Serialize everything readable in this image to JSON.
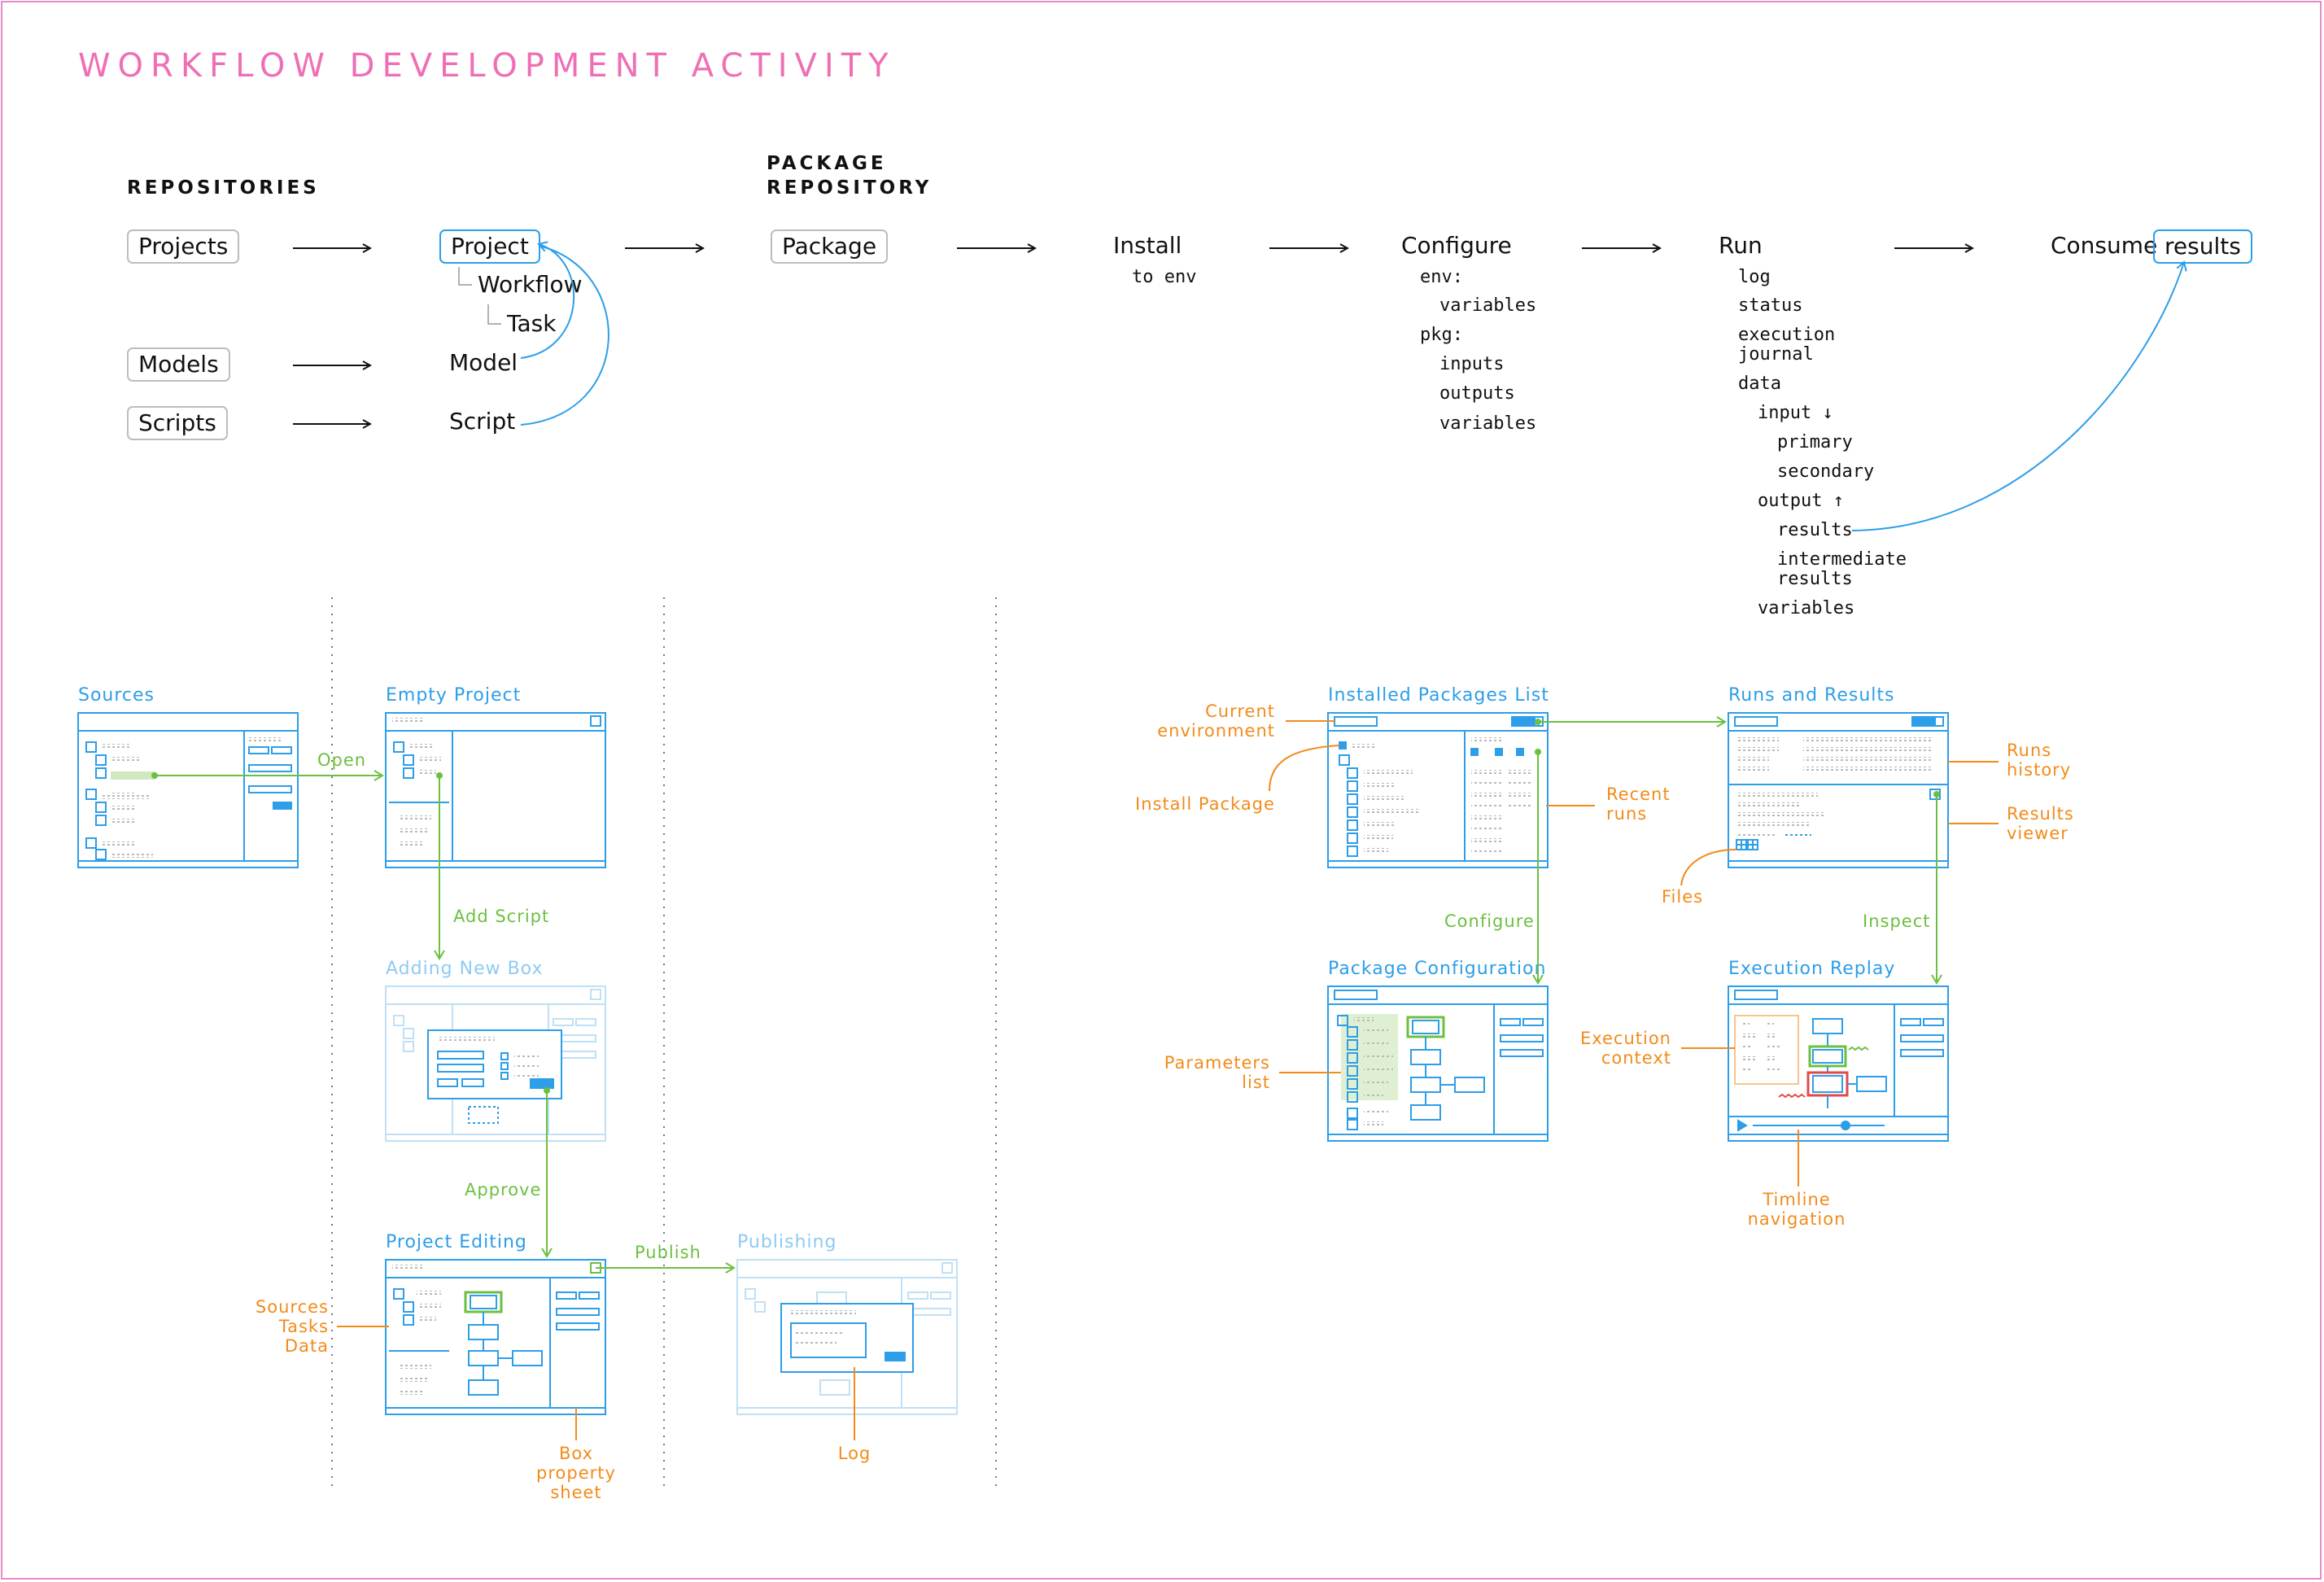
{
  "title": "WORKFLOW DEVELOPMENT ACTIVITY",
  "sections": {
    "repositories": "REPOSITORIES",
    "package_repository": [
      "PACKAGE",
      "REPOSITORY"
    ]
  },
  "repos": {
    "projects": "Projects",
    "models": "Models",
    "scripts": "Scripts"
  },
  "project_tree": {
    "project": "Project",
    "workflow": "Workflow",
    "task": "Task",
    "model": "Model",
    "script": "Script"
  },
  "pipeline": {
    "package": "Package",
    "install": "Install",
    "install_sub": "to env",
    "configure": "Configure",
    "configure_items": [
      "env:",
      "variables",
      "pkg:",
      "inputs",
      "outputs",
      "variables"
    ],
    "run": "Run",
    "run_items": [
      "log",
      "status",
      "execution",
      "journal",
      "data",
      "input ↓",
      "primary",
      "secondary",
      "output ↑",
      "results",
      "intermediate",
      "results",
      "variables"
    ],
    "consume": "Consume",
    "results": "results"
  },
  "screens": {
    "sources": "Sources",
    "empty_project": "Empty Project",
    "adding_new_box": "Adding New Box",
    "project_editing": "Project Editing",
    "publishing": "Publishing",
    "installed_packages": "Installed Packages List",
    "runs_results": "Runs and Results",
    "package_configuration": "Package Configuration",
    "execution_replay": "Execution Replay"
  },
  "green_labels": {
    "open": "Open",
    "add_script": "Add Script",
    "approve": "Approve",
    "publish": "Publish",
    "configure": "Configure",
    "inspect": "Inspect"
  },
  "orange_labels": {
    "current_env": [
      "Current",
      "environment"
    ],
    "install_package": "Install Package",
    "recent_runs": [
      "Recent",
      "runs"
    ],
    "runs_history": [
      "Runs",
      "history"
    ],
    "results_viewer": [
      "Results",
      "viewer"
    ],
    "files": "Files",
    "parameters_list": [
      "Parameters",
      "list"
    ],
    "execution_context": [
      "Execution",
      "context"
    ],
    "timeline_nav": [
      "Timline",
      "navigation"
    ],
    "sources_tasks_data": [
      "Sources",
      "Tasks",
      "Data"
    ],
    "box_property": [
      "Box",
      "property",
      "sheet"
    ],
    "log": "Log"
  },
  "colors": {
    "accent_blue": "#2d9ee8",
    "green": "#6cc040",
    "orange": "#f28b1a",
    "pink": "#ef6fb4"
  }
}
